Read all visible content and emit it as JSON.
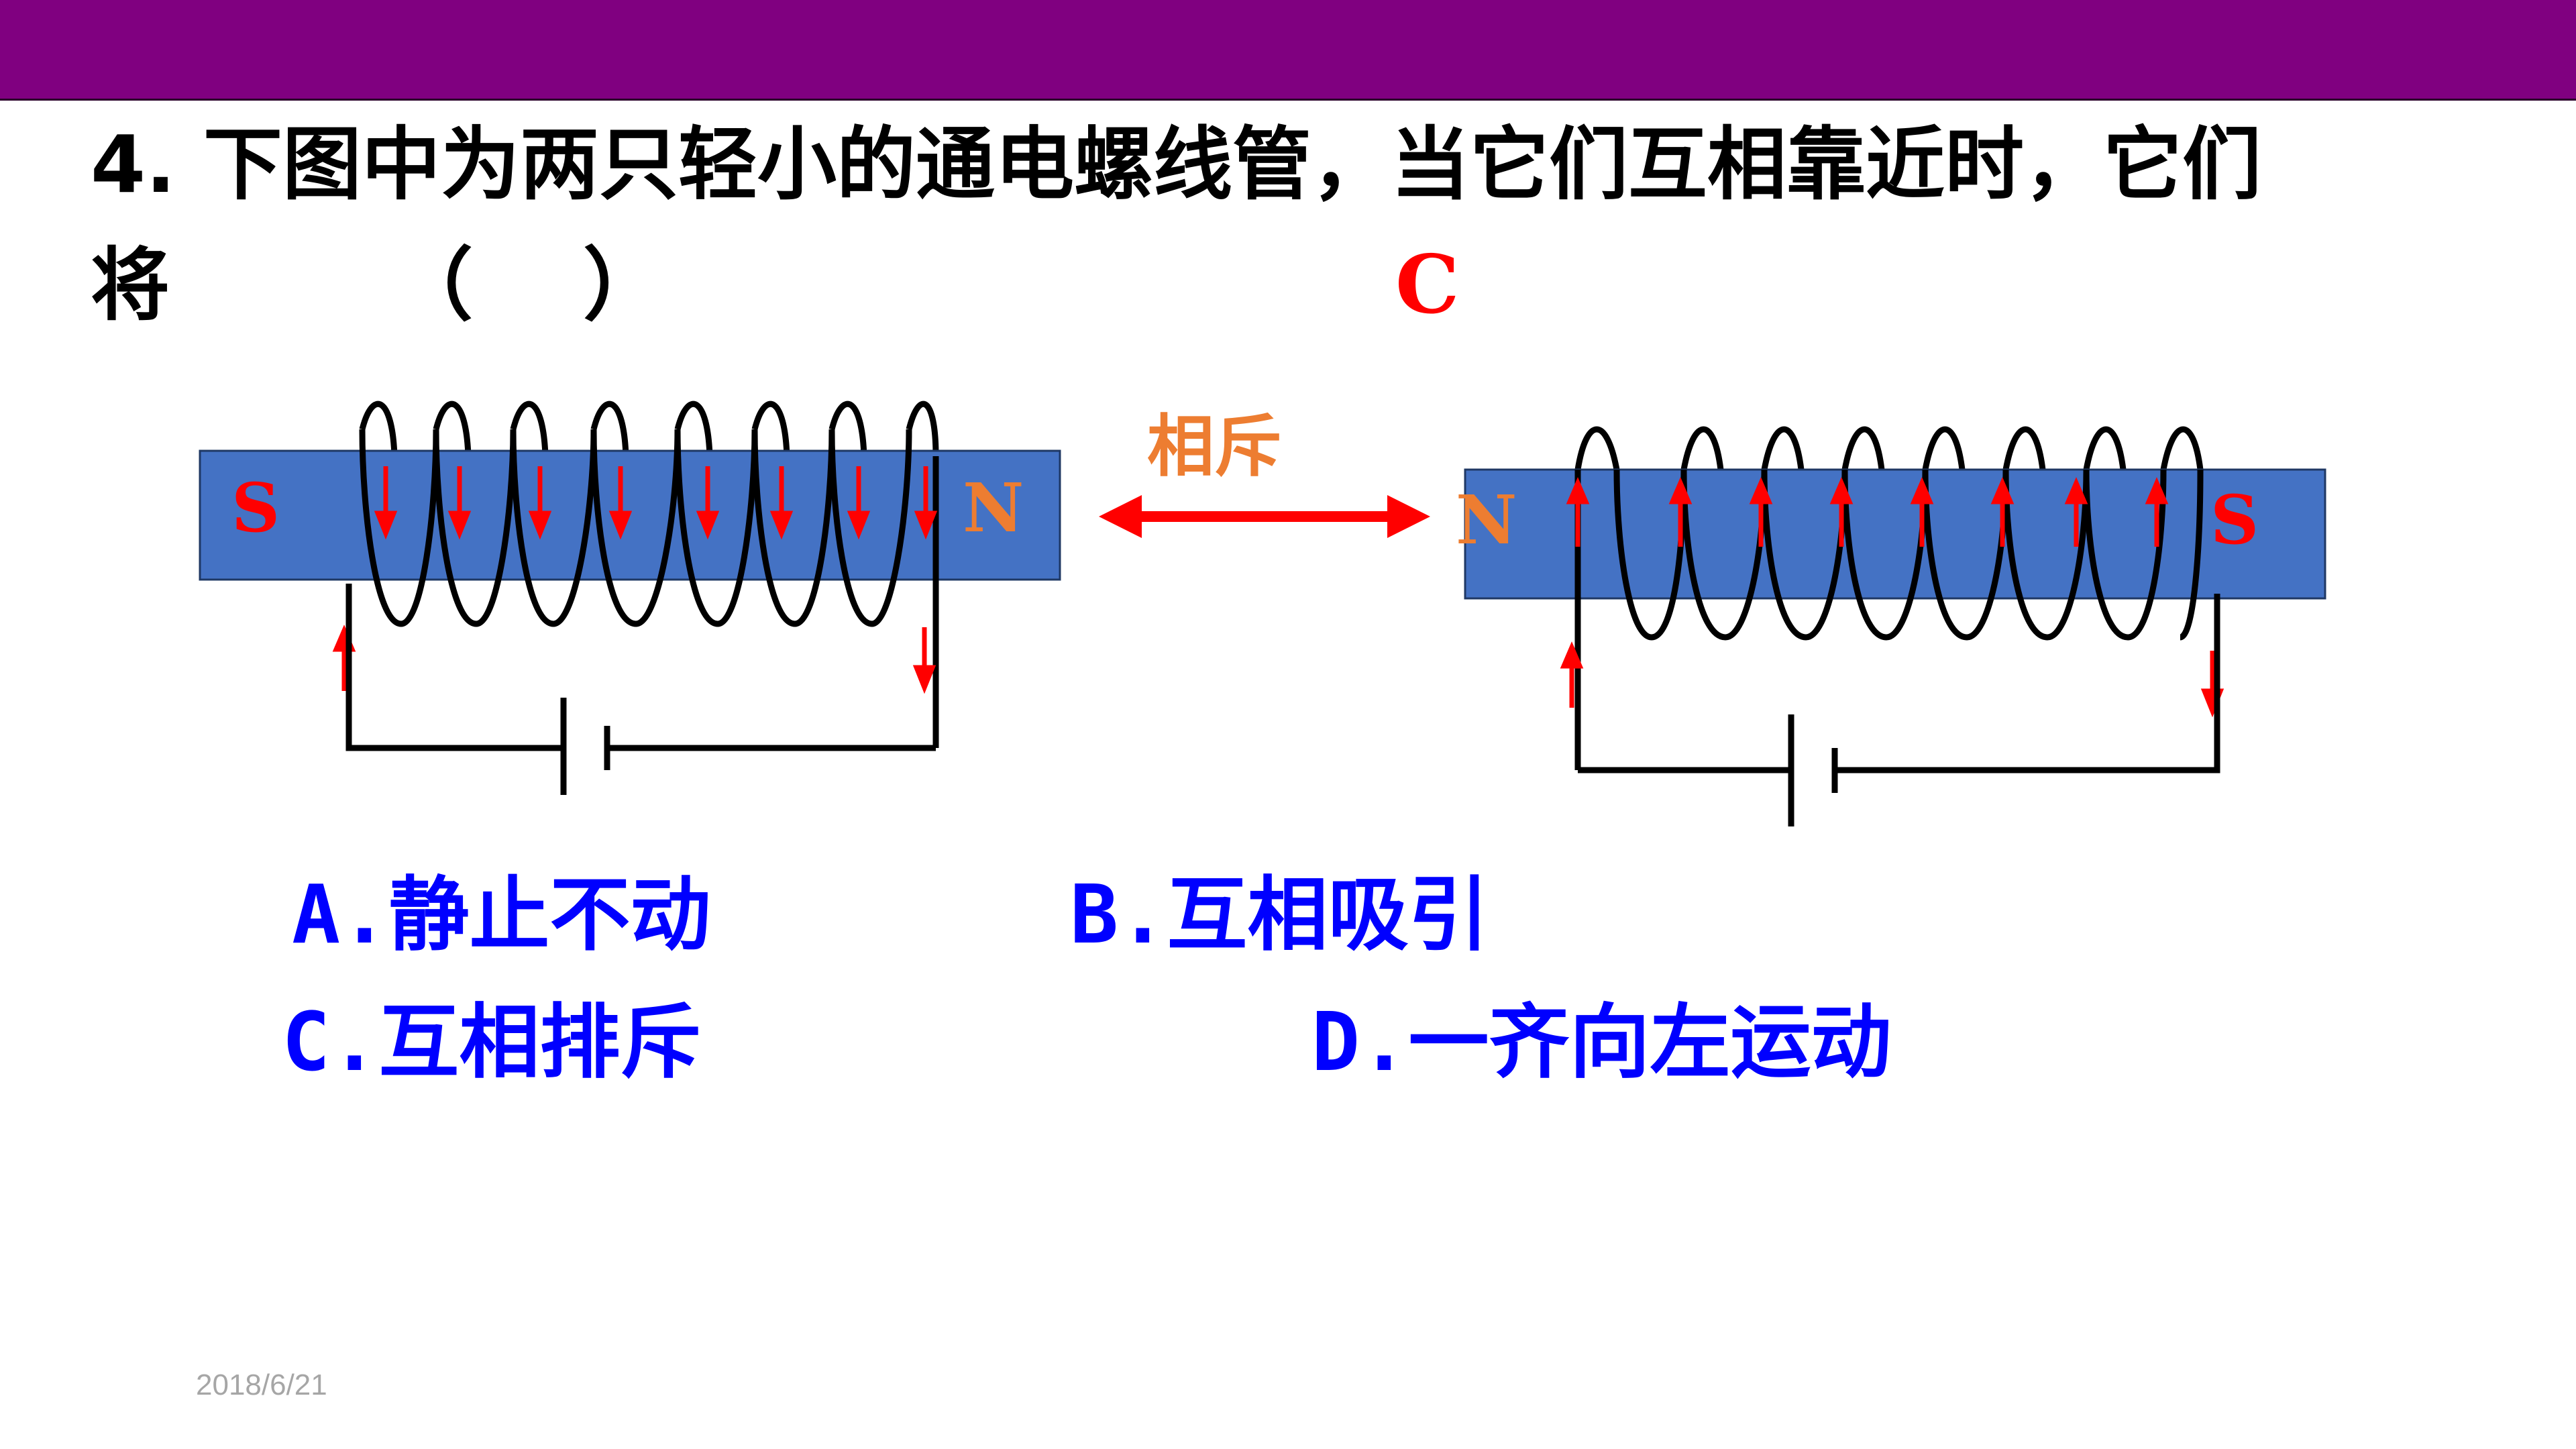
{
  "slide": {
    "question_line1": "4. 下图中为两只轻小的通电螺线管，当它们互相靠近时，它们",
    "question_line2": "将\t   （    ）",
    "answer": "C",
    "date": "2018/6/21"
  },
  "diagram": {
    "relation_label": "相斥",
    "left_solenoid": {
      "left_pole": "S",
      "right_pole": "N"
    },
    "right_solenoid": {
      "left_pole": "N",
      "right_pole": "S"
    }
  },
  "options": {
    "a": "A.静止不动",
    "b": "B.互相吸引",
    "c": "C.互相排斥",
    "d": "D.一齐向左运动"
  },
  "colors": {
    "bar": "#800080",
    "core": "#4472c4",
    "arrow": "#ff0000",
    "pole_s": "#ff0000",
    "pole_n": "#ed7d31",
    "option_text": "#0000ff"
  }
}
